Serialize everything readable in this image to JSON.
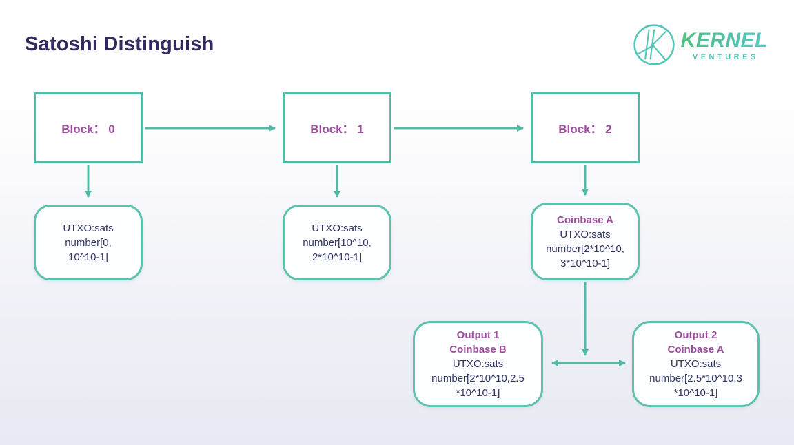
{
  "title": "Satoshi Distinguish",
  "logo": {
    "brand": "KERNEL",
    "sub": "VENTURES"
  },
  "colors": {
    "teal_stroke": "#53baa7",
    "mint_border": "#5cc1ad",
    "purple_text": "#9d4f9d",
    "navy_text": "#2f3565",
    "title_text": "#322a5e",
    "logo_gradient_start": "#4fbf7f",
    "logo_gradient_end": "#57c6c2"
  },
  "blocks": [
    {
      "label": "Block： 0"
    },
    {
      "label": "Block： 1"
    },
    {
      "label": "Block： 2"
    }
  ],
  "utxo_boxes": [
    {
      "lines": [
        "UTXO:sats",
        "number[0,",
        "10^10-1]"
      ]
    },
    {
      "lines": [
        "UTXO:sats",
        "number[10^10,",
        "2*10^10-1]"
      ]
    },
    {
      "header": "Coinbase A",
      "lines": [
        "UTXO:sats",
        "number[2*10^10,",
        "3*10^10-1]"
      ]
    }
  ],
  "output_boxes": [
    {
      "headers": [
        "Output 1",
        "Coinbase B"
      ],
      "lines": [
        "UTXO:sats",
        "number[2*10^10,2.5",
        "*10^10-1]"
      ]
    },
    {
      "headers": [
        "Output 2",
        "Coinbase A"
      ],
      "lines": [
        "UTXO:sats",
        "number[2.5*10^10,3",
        "*10^10-1]"
      ]
    }
  ]
}
